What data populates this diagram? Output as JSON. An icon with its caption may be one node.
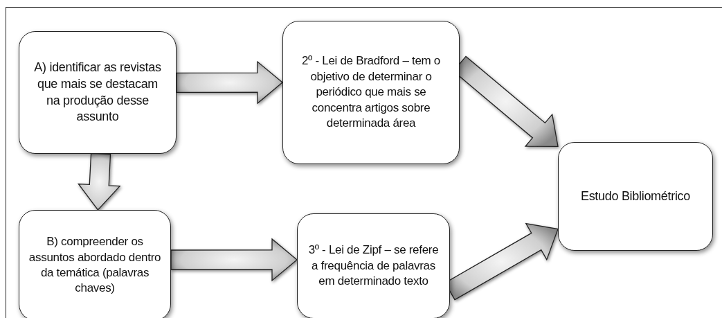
{
  "diagram": {
    "nodes": [
      {
        "text": [
          "A) identificar as revistas que mais se destacam na produção desse assunto"
        ]
      },
      {
        "text": [
          "2º - Lei de Bradford – tem o objetivo de determinar o periódico que mais se concentra artigos sobre determinada área"
        ]
      },
      {
        "text": [
          "B) compreender os assuntos abordado dentro da temática (palavras chaves)"
        ]
      },
      {
        "text": [
          "3º - Lei de Zipf – se refere a frequência de palavras em determinado texto"
        ]
      },
      {
        "text": [
          "Estudo Bibliométrico"
        ]
      }
    ],
    "edges": [
      {
        "from": 0,
        "to": 1,
        "arrow": "to"
      },
      {
        "from": 0,
        "to": 2,
        "arrow": "to"
      },
      {
        "from": 2,
        "to": 3,
        "arrow": "to"
      },
      {
        "from": 1,
        "to": 4,
        "arrow": "to"
      },
      {
        "from": 3,
        "to": 4,
        "arrow": "to"
      }
    ]
  }
}
